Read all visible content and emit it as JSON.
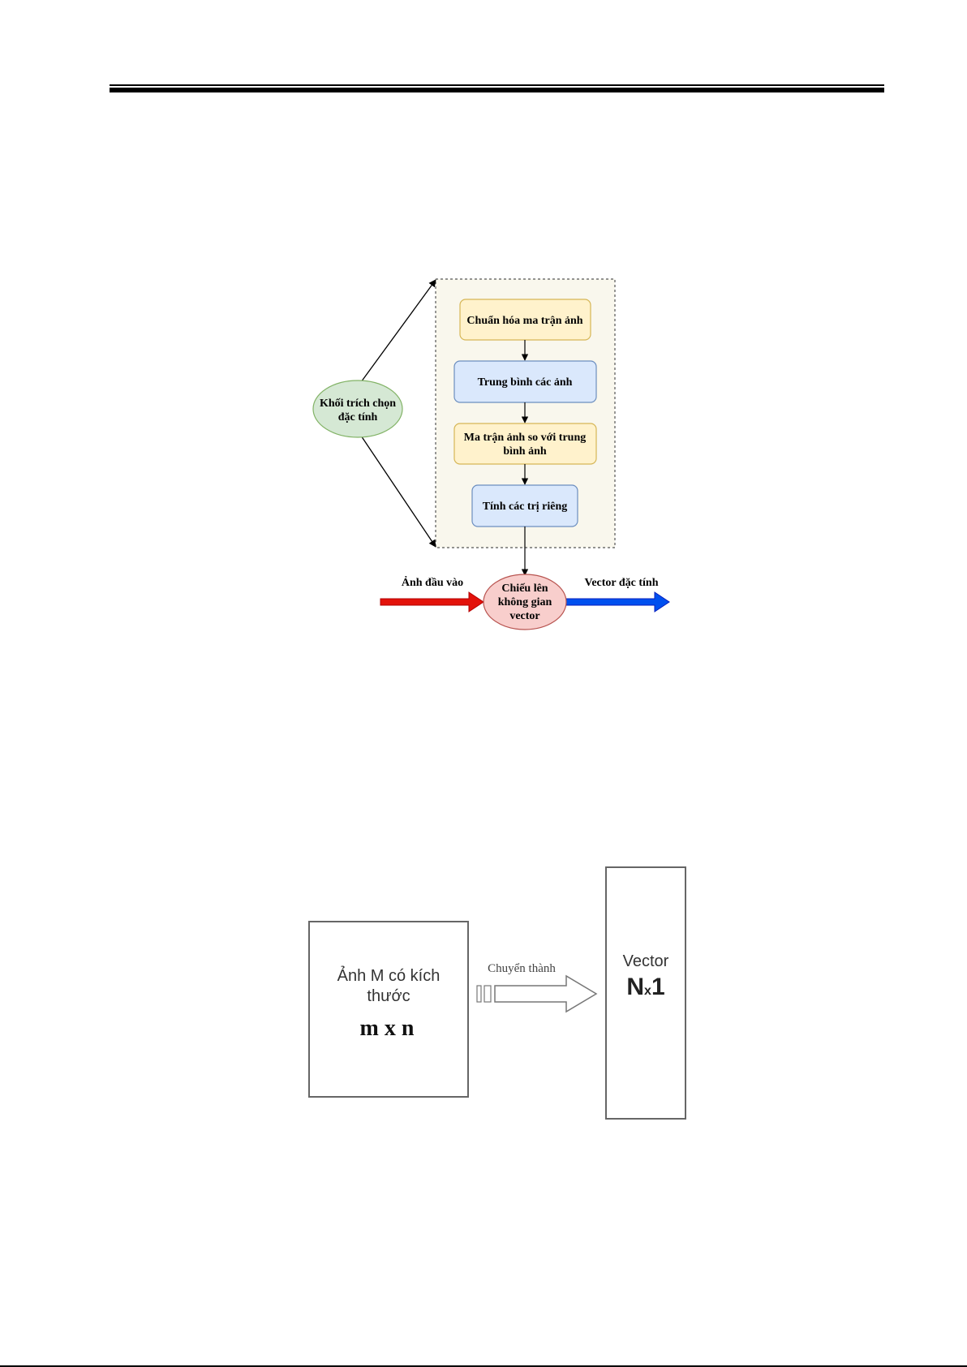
{
  "diagram1": {
    "feature_block": [
      "Khối trích chọn",
      "đặc tính"
    ],
    "steps": [
      {
        "lines": [
          "Chuẩn hóa ma trận ảnh"
        ]
      },
      {
        "lines": [
          "Trung bình các ảnh"
        ]
      },
      {
        "lines": [
          "Ma trận ảnh so với trung",
          "bình ảnh"
        ]
      },
      {
        "lines": [
          "Tính các trị riêng"
        ]
      }
    ],
    "projection": [
      "Chiếu lên",
      "không gian",
      "vector"
    ],
    "input_label": "Ảnh đầu vào",
    "output_label": "Vector đặc tính",
    "colors": {
      "step_yellow": "#fff2cc",
      "step_blue": "#dae8fc",
      "ellipse_green": "#d5e8d4",
      "ellipse_red": "#f8cecc",
      "arrow_red": "#e3120b",
      "arrow_blue": "#0050ef",
      "panel_bg": "#f9f7ed"
    }
  },
  "diagram2": {
    "image_box": [
      "Ảnh M có kích",
      "thước"
    ],
    "image_size": "m x n",
    "arrow_label": "Chuyển thành",
    "vector_title": "Vector",
    "vector_n": "N",
    "vector_x": "x",
    "vector_one": "1"
  }
}
